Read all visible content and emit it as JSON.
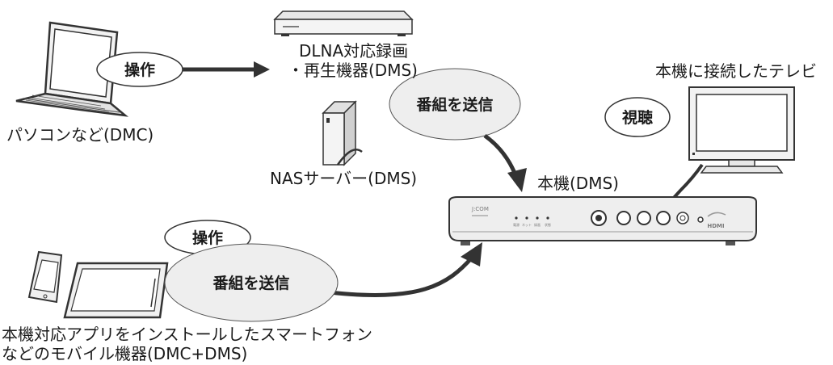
{
  "labels": {
    "pc": "パソコンなど(DMC)",
    "recorder_line1": "DLNA対応録画",
    "recorder_line2": "・再生機器(DMS)",
    "nas": "NASサーバー(DMS)",
    "tv": "本機に接続したテレビ",
    "unit": "本機(DMS)",
    "mobile_line1": "本機対応アプリをインストールしたスマートフォン",
    "mobile_line2": "などのモバイル機器(DMC+DMS)"
  },
  "bubbles": {
    "operate_pc": "操作",
    "send_top": "番組を送信",
    "view": "視聴",
    "operate_mobile": "操作",
    "send_bottom": "番組を送信"
  },
  "device_text": {
    "brand": "J:COM",
    "led_labels": [
      "電源",
      "ネット",
      "録画",
      "状態"
    ],
    "hdmi": "HDMI"
  }
}
